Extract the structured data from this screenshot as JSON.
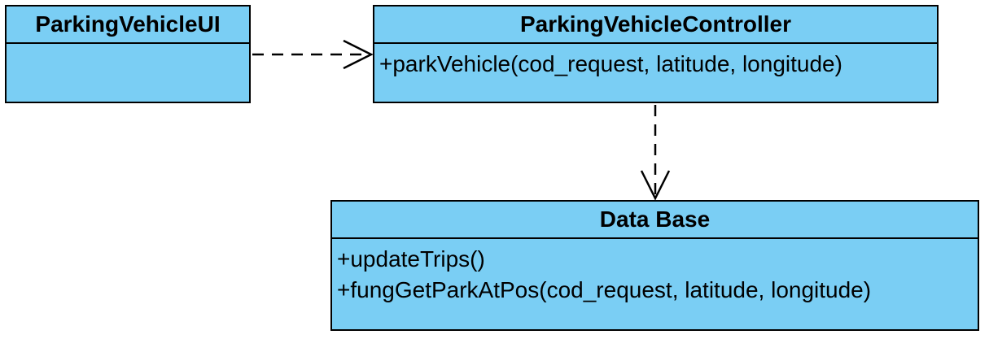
{
  "diagram": {
    "classes": [
      {
        "id": "ui",
        "name": "ParkingVehicleUI",
        "operations": []
      },
      {
        "id": "ctrl",
        "name": "ParkingVehicleController",
        "operations": [
          "+parkVehicle(cod_request, latitude, longitude)"
        ]
      },
      {
        "id": "db",
        "name": "Data Base",
        "operations": [
          "+updateTrips()",
          "+fungGetParkAtPos(cod_request, latitude, longitude)"
        ]
      }
    ],
    "dependencies": [
      {
        "from": "ParkingVehicleUI",
        "to": "ParkingVehicleController",
        "style": "dashed-open-arrow"
      },
      {
        "from": "ParkingVehicleController",
        "to": "Data Base",
        "style": "dashed-open-arrow"
      }
    ],
    "colors": {
      "class_fill": "#7acef4",
      "border": "#000000",
      "background": "#ffffff"
    }
  }
}
